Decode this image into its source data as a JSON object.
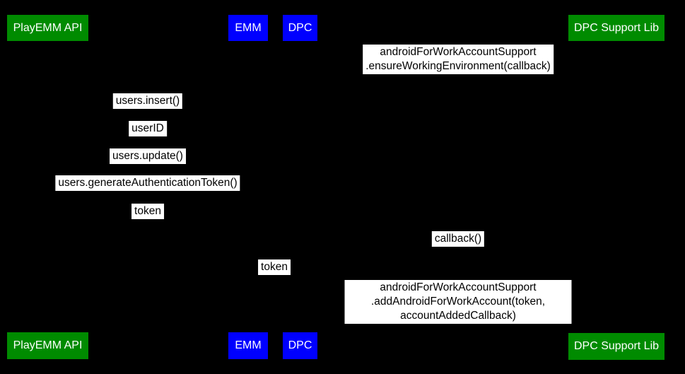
{
  "colors": {
    "background": "#000000",
    "actor_green": "#008b00",
    "actor_blue": "#0000ff",
    "actor_text": "#ffffff",
    "message_bg": "#ffffff",
    "message_text": "#000000"
  },
  "actors": [
    {
      "label": "PlayEMM API",
      "color": "#008b00"
    },
    {
      "label": "EMM",
      "color": "#0000ff"
    },
    {
      "label": "DPC",
      "color": "#0000ff"
    },
    {
      "label": "DPC Support Lib",
      "color": "#008b00"
    }
  ],
  "messages": [
    {
      "label": "androidForWorkAccountSupport\n.ensureWorkingEnvironment(callback)"
    },
    {
      "label": "users.insert()"
    },
    {
      "label": "userID"
    },
    {
      "label": "users.update()"
    },
    {
      "label": "users.generateAuthenticationToken()"
    },
    {
      "label": "token"
    },
    {
      "label": "callback()"
    },
    {
      "label": "token"
    },
    {
      "label": "androidForWorkAccountSupport\n.addAndroidForWorkAccount(token, accountAddedCallback)"
    }
  ]
}
